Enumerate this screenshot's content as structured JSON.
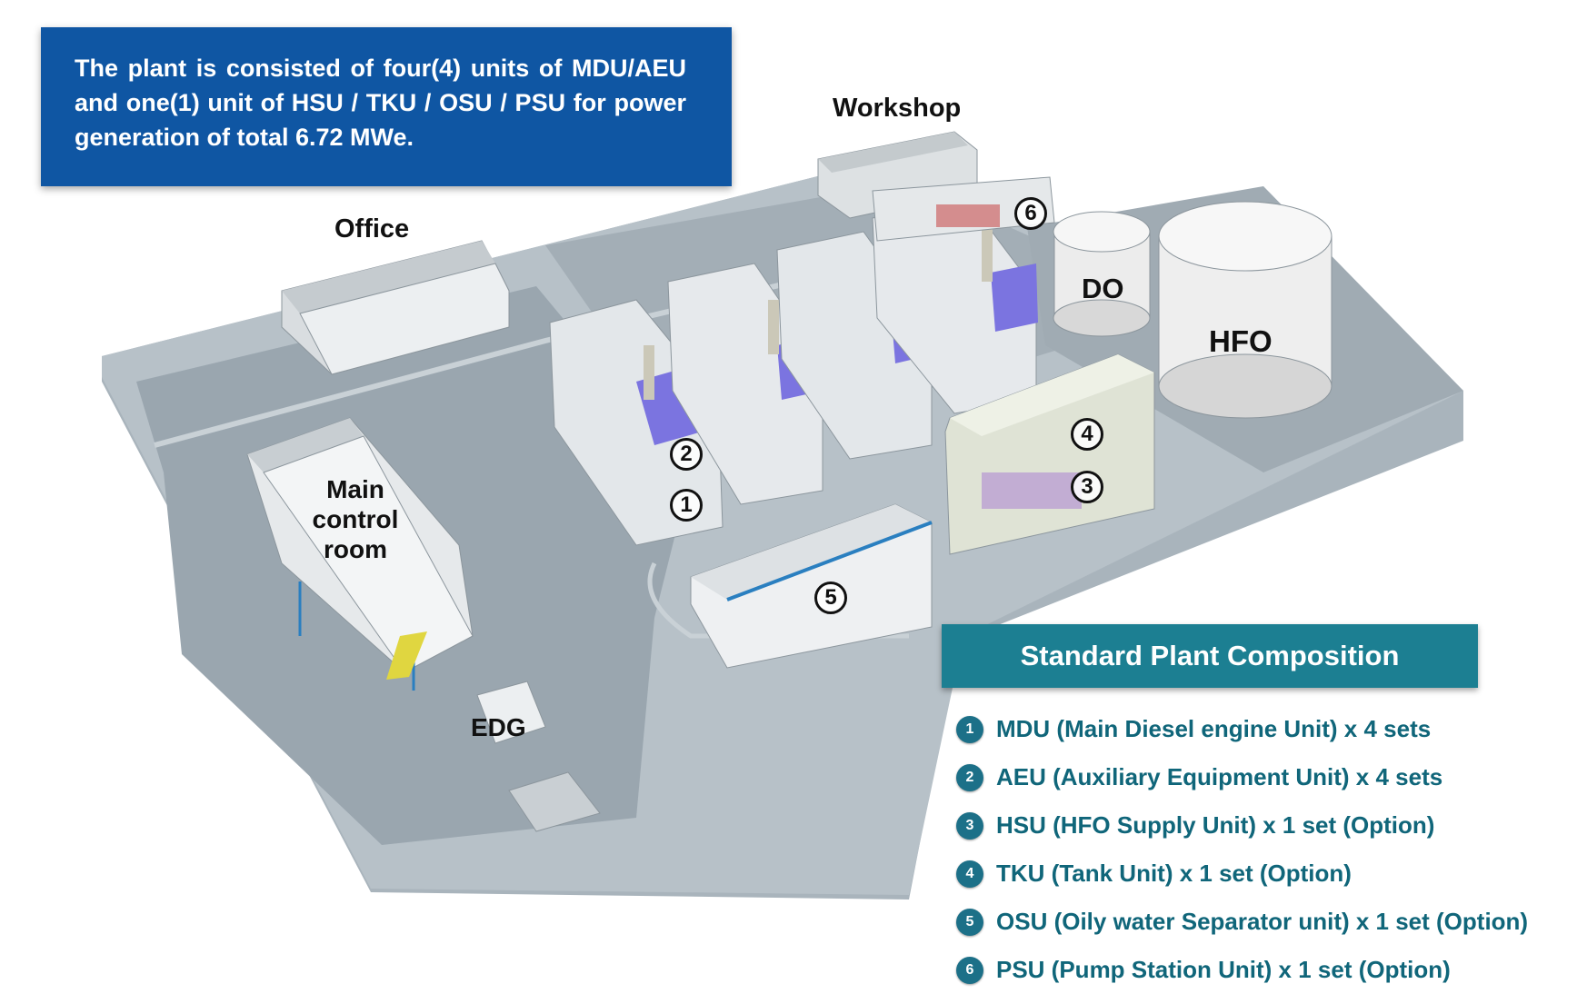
{
  "info_box": {
    "text": "The plant is consisted of four(4) units of MDU/AEU and one(1) unit of HSU / TKU / OSU / PSU for power generation of total 6.72 MWe."
  },
  "labels": {
    "office": "Office",
    "workshop": "Workshop",
    "do": "DO",
    "hfo": "HFO",
    "main_control_line1": "Main",
    "main_control_line2": "control room",
    "edg": "EDG"
  },
  "markers": [
    "1",
    "2",
    "3",
    "4",
    "5",
    "6"
  ],
  "legend": {
    "title": "Standard Plant Composition",
    "items": [
      {
        "num": "1",
        "text": "MDU (Main Diesel engine Unit) x 4 sets"
      },
      {
        "num": "2",
        "text": "AEU (Auxiliary Equipment Unit) x 4 sets"
      },
      {
        "num": "3",
        "text": "HSU (HFO Supply Unit) x 1 set (Option)"
      },
      {
        "num": "4",
        "text": "TKU (Tank Unit) x 1 set (Option)"
      },
      {
        "num": "5",
        "text": "OSU (Oily water Separator unit) x 1 set (Option)"
      },
      {
        "num": "6",
        "text": "PSU (Pump Station Unit) x 1 set (Option)"
      }
    ]
  },
  "colors": {
    "info_box_bg": "#0f56a3",
    "legend_header_bg": "#1c7f92",
    "legend_text": "#10667a",
    "ground": "#a9b4bc"
  }
}
